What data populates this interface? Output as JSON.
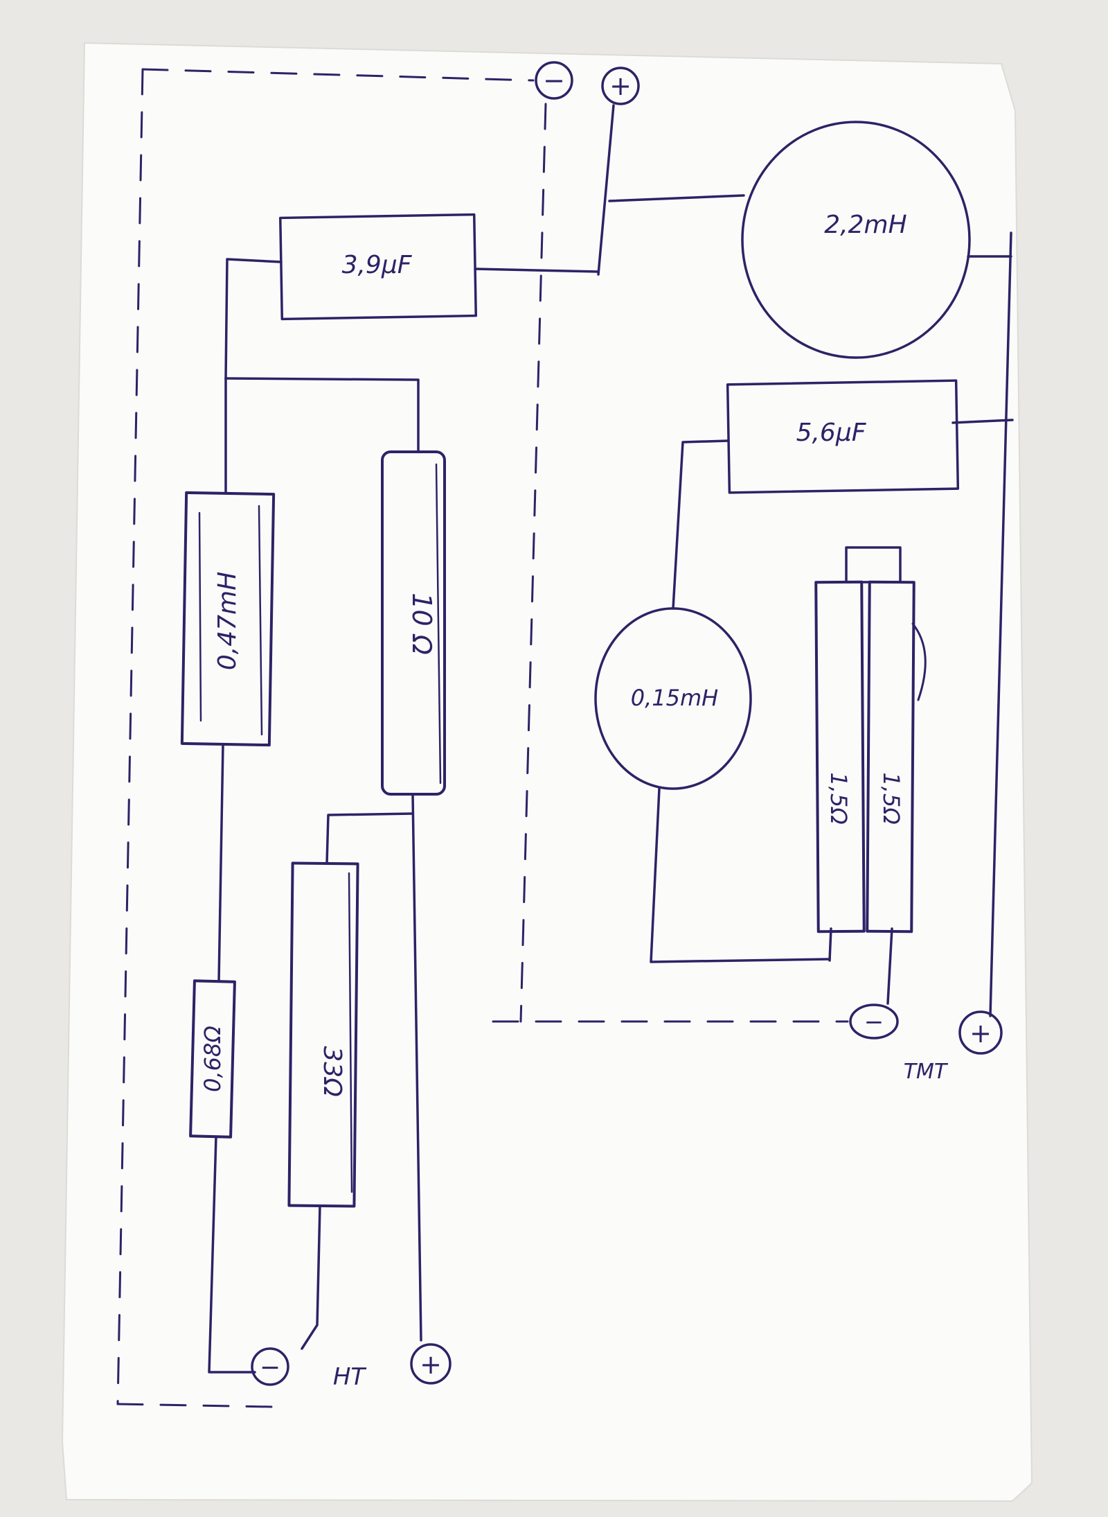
{
  "colors": {
    "ink": "#2c2366",
    "paper": "#fbfbfa",
    "background": "#e9e8e4"
  },
  "terminals": {
    "input_minus": "−",
    "input_plus": "+",
    "ht_minus": "−",
    "ht_plus": "+",
    "tmt_minus": "−",
    "tmt_plus": "+"
  },
  "labels": {
    "ht": "HT",
    "tmt": "TMT"
  },
  "components": {
    "cap_3_9": "3,9µF",
    "coil_2_2": "2,2mH",
    "cap_5_6": "5,6µF",
    "coil_0_47": "0,47mH",
    "res_10": "10 Ω",
    "coil_0_15": "0,15mH",
    "res_1_5_a": "1,5Ω",
    "res_1_5_b": "1,5Ω",
    "res_0_68": "0,68Ω",
    "res_33": "33Ω"
  }
}
